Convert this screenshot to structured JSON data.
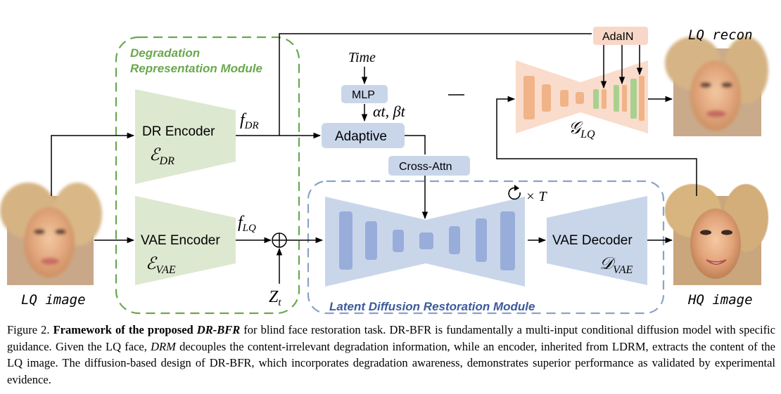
{
  "modules": {
    "drm_title_line1": "Degradation",
    "drm_title_line2": "Representation Module",
    "latent_title": "Latent Diffusion Restoration Module"
  },
  "blocks": {
    "dr_encoder": "DR  Encoder",
    "dr_encoder_symbol": "ℰ",
    "dr_encoder_sub": "DR",
    "vae_encoder": "VAE Encoder",
    "vae_encoder_symbol": "ℰ",
    "vae_encoder_sub": "VAE",
    "vae_decoder": "VAE Decoder",
    "vae_decoder_symbol": "𝒟",
    "vae_decoder_sub": "VAE",
    "mlp": "MLP",
    "adaptive": "Adaptive",
    "cross_attn": "Cross-Attn",
    "adain": "AdaIN",
    "glq_symbol": "𝒢",
    "glq_sub": "LQ"
  },
  "labels": {
    "time": "Time",
    "alpha_beta": "αt, βt",
    "f_dr": "f",
    "f_dr_sub": "DR",
    "f_lq": "f",
    "f_lq_sub": "LQ",
    "z_t": "Z",
    "z_t_sub": "t",
    "loop": "× T",
    "lq_image": "LQ image",
    "hq_image": "HQ image",
    "lq_recon": "LQ recon"
  },
  "caption": {
    "prefix": "Figure 2. ",
    "bold1": "Framework of the proposed ",
    "bold_italic": "DR-BFR",
    "text1": " for blind face restoration task. DR-BFR is fundamentally a multi-input conditional diffusion model with specific guidance. Given the LQ face, ",
    "italic1": "DRM",
    "text2": " decouples the content-irrelevant degradation information, while an encoder, inherited from LDRM, extracts the content of the LQ image.  The diffusion-based design of DR-BFR, which incorporates degradation awareness, demonstrates superior performance as validated by experimental evidence."
  },
  "colors": {
    "green_module": "#6aa84f",
    "green_block": "#dde8d0",
    "blue_module": "#8aa2c8",
    "blue_block": "#c9d6ea",
    "blue_bar": "#99addb",
    "peach_block": "#fadccc",
    "orange_bar": "#f0b488",
    "green_bar": "#a9d18e",
    "adain_fill": "#f8d7c8"
  }
}
